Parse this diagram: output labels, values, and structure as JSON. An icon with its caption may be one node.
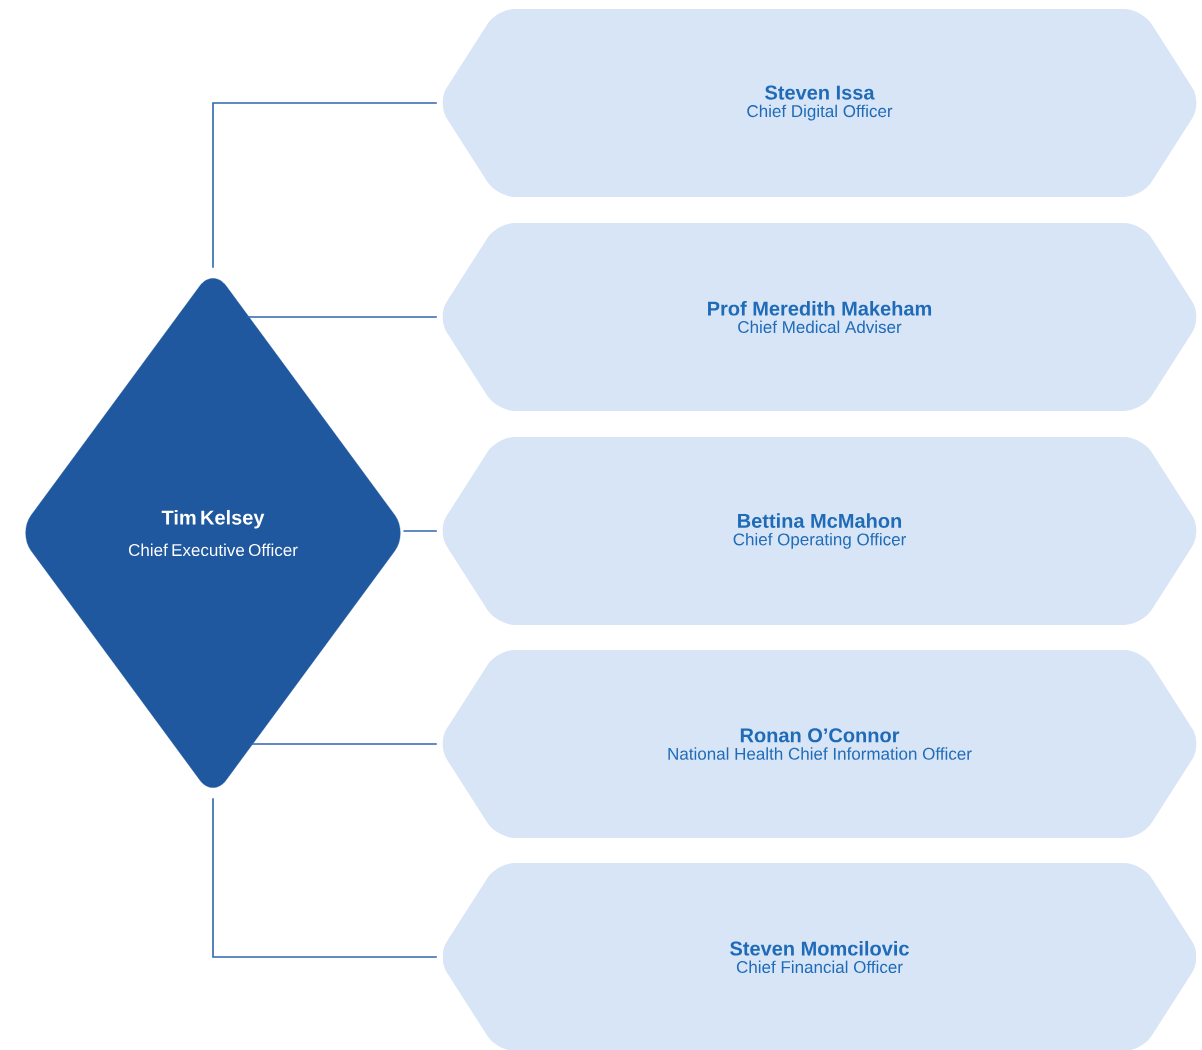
{
  "diagram": {
    "nodes": [
      {
        "text": [
          "Tim Kelsey",
          "Chief Executive Officer"
        ]
      },
      {
        "text": [
          "Steven Issa",
          "Chief Digital Officer"
        ]
      },
      {
        "text": [
          "Prof Meredith Makeham",
          "Chief Medical Adviser"
        ]
      },
      {
        "text": [
          "Bettina McMahon",
          "Chief Operating Officer"
        ]
      },
      {
        "text": [
          "Ronan O’Connor",
          "National Health Chief Information Officer"
        ]
      },
      {
        "text": [
          "Steven Momcilovic",
          "Chief Financial Officer"
        ]
      }
    ],
    "edges": [
      {
        "from": 0,
        "to": 1,
        "arrow": "none"
      },
      {
        "from": 0,
        "to": 2,
        "arrow": "none"
      },
      {
        "from": 0,
        "to": 3,
        "arrow": "none"
      },
      {
        "from": 0,
        "to": 4,
        "arrow": "none"
      },
      {
        "from": 0,
        "to": 5,
        "arrow": "none"
      }
    ]
  }
}
